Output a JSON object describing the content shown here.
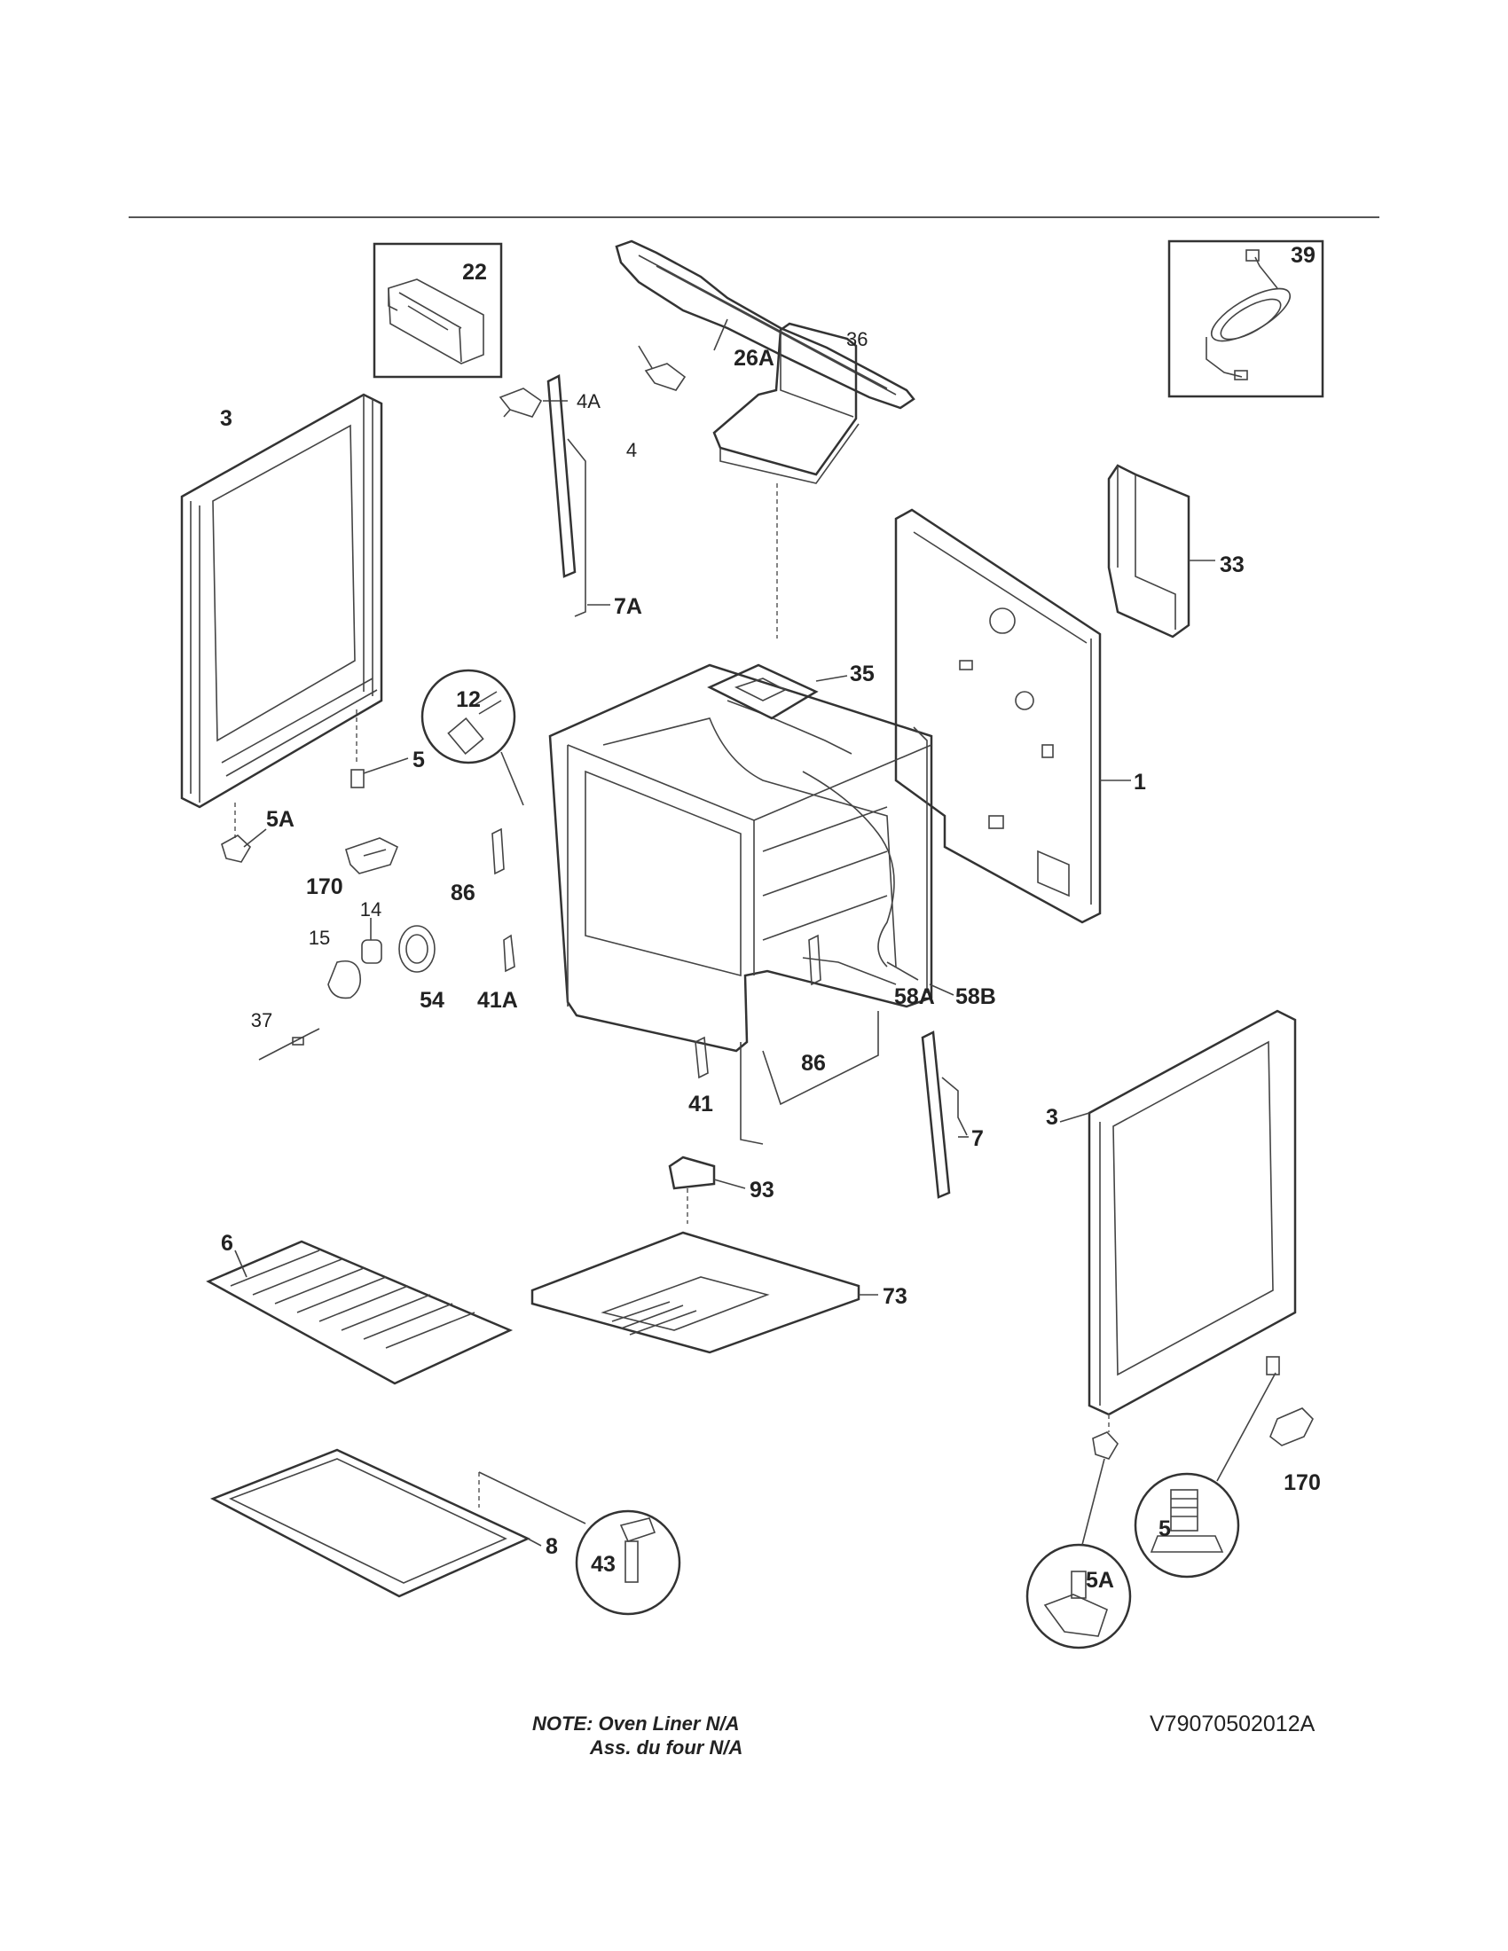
{
  "callouts": {
    "c1": "1",
    "c3_left": "3",
    "c3_right": "3",
    "c4": "4",
    "c4A": "4A",
    "c5_left": "5",
    "c5_detail": "5",
    "c5A_left": "5A",
    "c5A_detail": "5A",
    "c6": "6",
    "c7": "7",
    "c7A": "7A",
    "c8": "8",
    "c12": "12",
    "c14": "14",
    "c15": "15",
    "c22": "22",
    "c26A": "26A",
    "c33": "33",
    "c35": "35",
    "c36": "36",
    "c37": "37",
    "c39": "39",
    "c41": "41",
    "c41A": "41A",
    "c43": "43",
    "c54": "54",
    "c58A": "58A",
    "c58B": "58B",
    "c73": "73",
    "c86_left": "86",
    "c86_mid": "86",
    "c93": "93",
    "c170_left": "170",
    "c170_right": "170"
  },
  "note": {
    "line1": "NOTE: Oven Liner N/A",
    "line2": "Ass. du four N/A"
  },
  "drawing_code": "V79070502012A"
}
